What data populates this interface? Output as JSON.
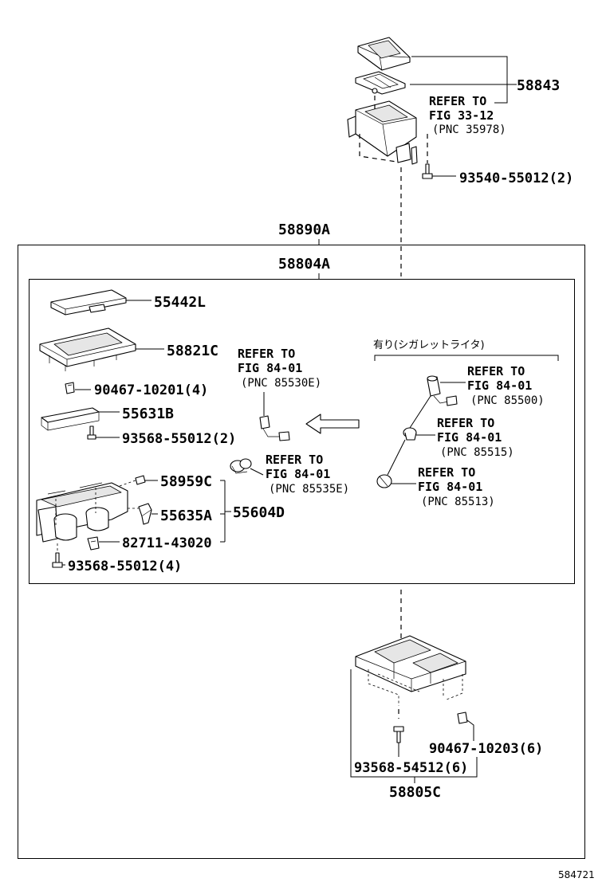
{
  "labels": {
    "p58843": "58843",
    "ref_top_1": "REFER TO",
    "ref_top_2": "FIG 33-12",
    "ref_top_3": "(PNC 35978)",
    "p93540": "93540-55012(2)",
    "p58890A": "58890A",
    "p58804A": "58804A",
    "p55442L": "55442L",
    "p58821C": "58821C",
    "p90467a": "90467-10201(4)",
    "p55631B": "55631B",
    "p93568a": "93568-55012(2)",
    "p58959C": "58959C",
    "p55635A": "55635A",
    "p55604D": "55604D",
    "p82711": "82711-43020",
    "p93568b": "93568-55012(4)",
    "ref_a_1": "REFER TO",
    "ref_a_2": "FIG 84-01",
    "ref_a_3": "(PNC 85530E)",
    "ref_b_1": "REFER TO",
    "ref_b_2": "FIG 84-01",
    "ref_b_3": "(PNC 85535E)",
    "jp_note": "有り(シガレットライタ)",
    "ref_c_1": "REFER TO",
    "ref_c_2": "FIG 84-01",
    "ref_c_3": "(PNC 85500)",
    "ref_d_1": "REFER TO",
    "ref_d_2": "FIG 84-01",
    "ref_d_3": "(PNC 85515)",
    "ref_e_1": "REFER TO",
    "ref_e_2": "FIG 84-01",
    "ref_e_3": "(PNC 85513)",
    "p90467b": "90467-10203(6)",
    "p93568c": "93568-54512(6)",
    "p58805C": "58805C",
    "figure_id": "584721"
  }
}
